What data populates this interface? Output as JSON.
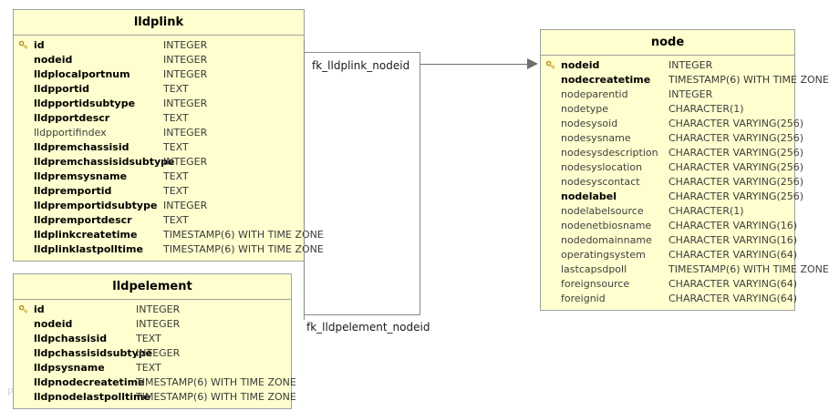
{
  "diagram": {
    "type": "entity-relationship-diagram",
    "background": "#ffffff",
    "entity_fill": "#FEFECE",
    "entity_border": "#A0A0A0",
    "line_color": "#6E6E6E",
    "watermark": "P"
  },
  "entities": [
    {
      "id": "lldplink",
      "name": "lldplink",
      "fields": [
        {
          "key": true,
          "bold": true,
          "name": "id",
          "type": "INTEGER"
        },
        {
          "key": false,
          "bold": true,
          "name": "nodeid",
          "type": "INTEGER"
        },
        {
          "key": false,
          "bold": true,
          "name": "lldplocalportnum",
          "type": "INTEGER"
        },
        {
          "key": false,
          "bold": true,
          "name": "lldpportid",
          "type": "TEXT"
        },
        {
          "key": false,
          "bold": true,
          "name": "lldpportidsubtype",
          "type": "INTEGER"
        },
        {
          "key": false,
          "bold": true,
          "name": "lldpportdescr",
          "type": "TEXT"
        },
        {
          "key": false,
          "bold": false,
          "name": "lldpportifindex",
          "type": "INTEGER"
        },
        {
          "key": false,
          "bold": true,
          "name": "lldpremchassisid",
          "type": "TEXT"
        },
        {
          "key": false,
          "bold": true,
          "name": "lldpremchassisidsubtype",
          "type": "INTEGER"
        },
        {
          "key": false,
          "bold": true,
          "name": "lldpremsysname",
          "type": "TEXT"
        },
        {
          "key": false,
          "bold": true,
          "name": "lldpremportid",
          "type": "TEXT"
        },
        {
          "key": false,
          "bold": true,
          "name": "lldpremportidsubtype",
          "type": "INTEGER"
        },
        {
          "key": false,
          "bold": true,
          "name": "lldpremportdescr",
          "type": "TEXT"
        },
        {
          "key": false,
          "bold": true,
          "name": "lldplinkcreatetime",
          "type": "TIMESTAMP(6) WITH TIME ZONE"
        },
        {
          "key": false,
          "bold": true,
          "name": "lldplinklastpolltime",
          "type": "TIMESTAMP(6) WITH TIME ZONE"
        }
      ]
    },
    {
      "id": "lldpelement",
      "name": "lldpelement",
      "fields": [
        {
          "key": true,
          "bold": true,
          "name": "id",
          "type": "INTEGER"
        },
        {
          "key": false,
          "bold": true,
          "name": "nodeid",
          "type": "INTEGER"
        },
        {
          "key": false,
          "bold": true,
          "name": "lldpchassisid",
          "type": "TEXT"
        },
        {
          "key": false,
          "bold": true,
          "name": "lldpchassisidsubtype",
          "type": "INTEGER"
        },
        {
          "key": false,
          "bold": true,
          "name": "lldpsysname",
          "type": "TEXT"
        },
        {
          "key": false,
          "bold": true,
          "name": "lldpnodecreatetime",
          "type": "TIMESTAMP(6) WITH TIME ZONE"
        },
        {
          "key": false,
          "bold": true,
          "name": "lldpnodelastpolltime",
          "type": "TIMESTAMP(6) WITH TIME ZONE"
        }
      ]
    },
    {
      "id": "node",
      "name": "node",
      "fields": [
        {
          "key": true,
          "bold": true,
          "name": "nodeid",
          "type": "INTEGER"
        },
        {
          "key": false,
          "bold": true,
          "name": "nodecreatetime",
          "type": "TIMESTAMP(6) WITH TIME ZONE"
        },
        {
          "key": false,
          "bold": false,
          "name": "nodeparentid",
          "type": "INTEGER"
        },
        {
          "key": false,
          "bold": false,
          "name": "nodetype",
          "type": "CHARACTER(1)"
        },
        {
          "key": false,
          "bold": false,
          "name": "nodesysoid",
          "type": "CHARACTER VARYING(256)"
        },
        {
          "key": false,
          "bold": false,
          "name": "nodesysname",
          "type": "CHARACTER VARYING(256)"
        },
        {
          "key": false,
          "bold": false,
          "name": "nodesysdescription",
          "type": "CHARACTER VARYING(256)"
        },
        {
          "key": false,
          "bold": false,
          "name": "nodesyslocation",
          "type": "CHARACTER VARYING(256)"
        },
        {
          "key": false,
          "bold": false,
          "name": "nodesyscontact",
          "type": "CHARACTER VARYING(256)"
        },
        {
          "key": false,
          "bold": true,
          "name": "nodelabel",
          "type": "CHARACTER VARYING(256)"
        },
        {
          "key": false,
          "bold": false,
          "name": "nodelabelsource",
          "type": "CHARACTER(1)"
        },
        {
          "key": false,
          "bold": false,
          "name": "nodenetbiosname",
          "type": "CHARACTER VARYING(16)"
        },
        {
          "key": false,
          "bold": false,
          "name": "nodedomainname",
          "type": "CHARACTER VARYING(16)"
        },
        {
          "key": false,
          "bold": false,
          "name": "operatingsystem",
          "type": "CHARACTER VARYING(64)"
        },
        {
          "key": false,
          "bold": false,
          "name": "lastcapsdpoll",
          "type": "TIMESTAMP(6) WITH TIME ZONE"
        },
        {
          "key": false,
          "bold": false,
          "name": "foreignsource",
          "type": "CHARACTER VARYING(64)"
        },
        {
          "key": false,
          "bold": false,
          "name": "foreignid",
          "type": "CHARACTER VARYING(64)"
        }
      ]
    }
  ],
  "relationships": [
    {
      "id": "fk_lldplink_nodeid",
      "label": "fk_lldplink_nodeid",
      "from": "lldplink",
      "to": "node"
    },
    {
      "id": "fk_lldpelement_nodeid",
      "label": "fk_lldpelement_nodeid",
      "from": "lldpelement",
      "to": "node"
    }
  ]
}
